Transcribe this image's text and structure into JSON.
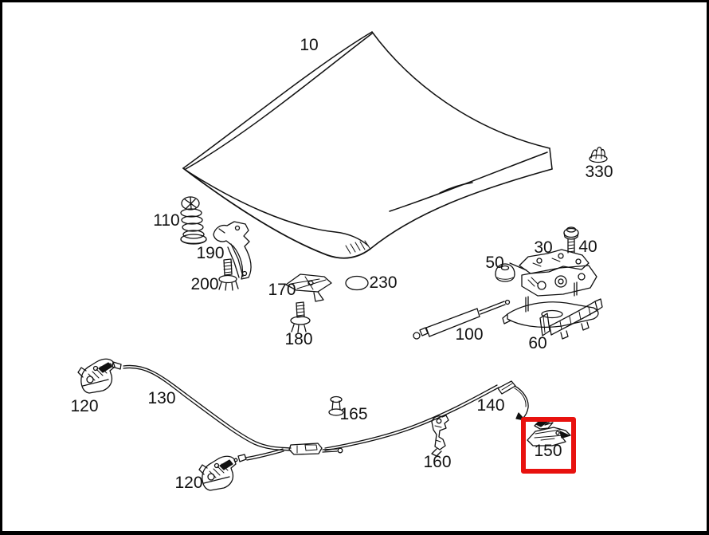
{
  "window": {
    "background": "#ffffff",
    "border_color": "#000000",
    "line_color": "#111111"
  },
  "highlight": {
    "color": "#e8120f",
    "highlighted_part_label": "150"
  },
  "parts": [
    {
      "label": "10"
    },
    {
      "label": "110"
    },
    {
      "label": "190"
    },
    {
      "label": "200"
    },
    {
      "label": "170"
    },
    {
      "label": "180"
    },
    {
      "label": "230"
    },
    {
      "label": "330"
    },
    {
      "label": "30"
    },
    {
      "label": "40"
    },
    {
      "label": "50"
    },
    {
      "label": "100"
    },
    {
      "label": "60"
    },
    {
      "label": "120"
    },
    {
      "label": "130"
    },
    {
      "label": "120"
    },
    {
      "label": "165"
    },
    {
      "label": "140"
    },
    {
      "label": "160"
    },
    {
      "label": "150"
    }
  ]
}
